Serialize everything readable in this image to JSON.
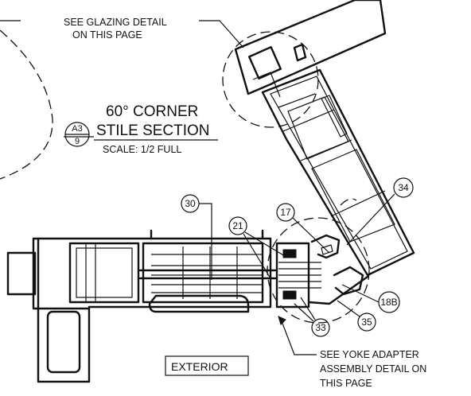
{
  "notes": {
    "glazing_line1": "SEE GLAZING DETAIL",
    "glazing_line2": "ON THIS PAGE",
    "yoke_line1": "SEE YOKE ADAPTER",
    "yoke_line2": "ASSEMBLY DETAIL ON",
    "yoke_line3": "THIS PAGE"
  },
  "title": {
    "line1": "60° CORNER",
    "line2": "STILE SECTION",
    "scale": "SCALE: 1/2 FULL"
  },
  "section_ref": {
    "sheet": "A3",
    "detail": "9"
  },
  "callouts": {
    "c30": "30",
    "c21": "21",
    "c17": "17",
    "c34": "34",
    "c18b": "18B",
    "c33": "33",
    "c35": "35"
  },
  "label_exterior": "EXTERIOR",
  "colors": {
    "ink": "#111111",
    "paper": "#ffffff"
  }
}
